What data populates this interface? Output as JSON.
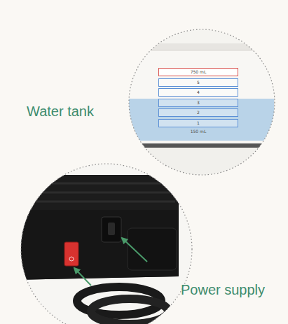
{
  "diagram": {
    "nodes": [
      {
        "text": [
          "750 mL"
        ]
      },
      {
        "text": [
          "5"
        ]
      },
      {
        "text": [
          "4"
        ]
      },
      {
        "text": [
          "3"
        ]
      },
      {
        "text": [
          "2"
        ]
      },
      {
        "text": [
          "1"
        ]
      }
    ],
    "labels": [
      "Water tank",
      "150 mL",
      "Power supply"
    ]
  }
}
